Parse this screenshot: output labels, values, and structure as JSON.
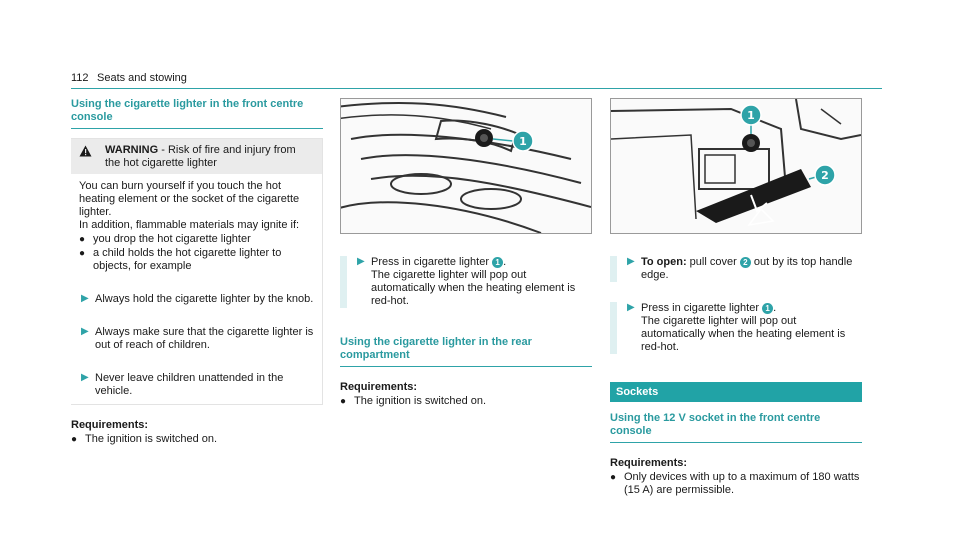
{
  "header": {
    "page_number": "112",
    "section": "Seats and stowing"
  },
  "col1": {
    "heading": "Using the cigarette lighter in the front centre console",
    "warning": {
      "label": "WARNING",
      "title": " - Risk of fire and injury from the hot cigarette lighter",
      "body1": "You can burn yourself if you touch the hot heating element or the socket of the cigarette lighter.",
      "body2": "In addition, flammable materials may ignite if:",
      "bullets": [
        "you drop the hot cigarette lighter",
        "a child holds the hot cigarette lighter to objects, for example"
      ]
    },
    "steps": [
      "Always hold the cigarette lighter by the knob.",
      "Always make sure that the cigarette lighter is out of reach of children.",
      "Never leave children unattended in the vehicle."
    ],
    "req_label": "Requirements:",
    "req_items": [
      "The ignition is switched on."
    ]
  },
  "col2": {
    "step1_text": "Press in cigarette lighter",
    "step1_num": "1",
    "step1_suffix": ".",
    "step1_more": "The cigarette lighter will pop out automatically when the heating element is red-hot.",
    "heading": "Using the cigarette lighter in the rear compartment",
    "req_label": "Requirements:",
    "req_items": [
      "The ignition is switched on."
    ]
  },
  "col3": {
    "step1_label": "To open:",
    "step1_text": " pull cover",
    "step1_num": "2",
    "step1_rest": " out by its top handle edge.",
    "step2_text": "Press in cigarette lighter",
    "step2_num": "1",
    "step2_suffix": ".",
    "step2_more": "The cigarette lighter will pop out automatically when the heating element is red-hot.",
    "section_bar": "Sockets",
    "heading": "Using the 12 V socket in the front centre console",
    "req_label": "Requirements:",
    "req_items": [
      "Only devices with up to a maximum of 180 watts (15 A) are permissible."
    ]
  },
  "images": {
    "img1_callout": "1",
    "img2_callout1": "1",
    "img2_callout2": "2"
  },
  "colors": {
    "accent": "#2ea3a8",
    "section_bar": "#21a3a6"
  },
  "icons": {
    "warning": "warning-triangle-icon",
    "step": "play-arrow-icon"
  }
}
